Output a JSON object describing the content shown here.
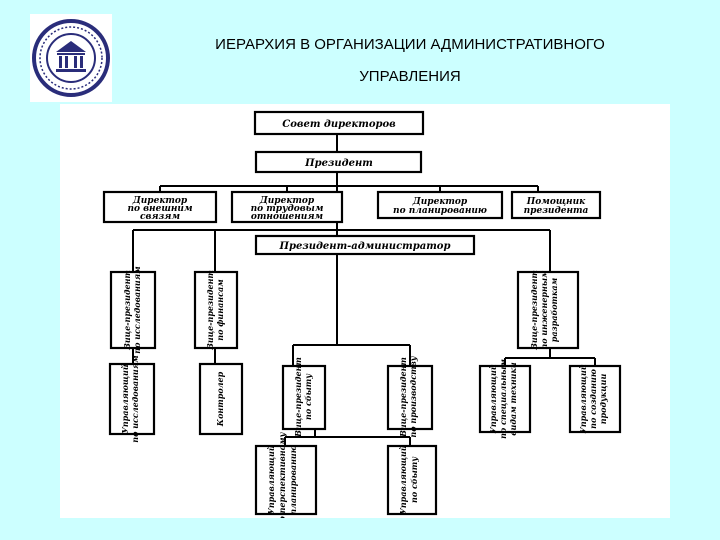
{
  "title": {
    "line1": "ИЕРАРХИЯ В ОРГАНИЗАЦИИ АДМИНИСТРАТИВНОГО",
    "line2": "УПРАВЛЕНИЯ"
  },
  "logo": {
    "name": "university-seal",
    "color": "#2a2d7a"
  },
  "org_chart": {
    "board": "Совет директоров",
    "president": "Президент",
    "directors": [
      [
        "Директор",
        "по внешним",
        "связям"
      ],
      [
        "Директор",
        "по трудовым",
        "отношениям"
      ],
      [
        "Директор",
        "по планированию"
      ],
      [
        "Помощник",
        "президента"
      ]
    ],
    "admin_president": "Президент-администратор",
    "vice_presidents": [
      [
        "Вице-президент",
        "по исследованиям"
      ],
      [
        "Вице-президент",
        "по финансам"
      ],
      [
        "Вице-президент",
        "по сбыту"
      ],
      [
        "Вице-президент",
        "по производству"
      ],
      [
        "Вице-президент",
        "по инженерным",
        "разработкам"
      ]
    ],
    "managers": [
      [
        "Управляющий",
        "по исследованиям"
      ],
      [
        "Контролер"
      ],
      [
        "Управляющий",
        "по специальным",
        "видам техники"
      ],
      [
        "Управляющий",
        "по созданию",
        "продукции"
      ]
    ],
    "sales_managers": [
      [
        "Управляющий",
        "по перспективному",
        "планированию"
      ],
      [
        "Управляющий",
        "по сбыту"
      ]
    ]
  }
}
